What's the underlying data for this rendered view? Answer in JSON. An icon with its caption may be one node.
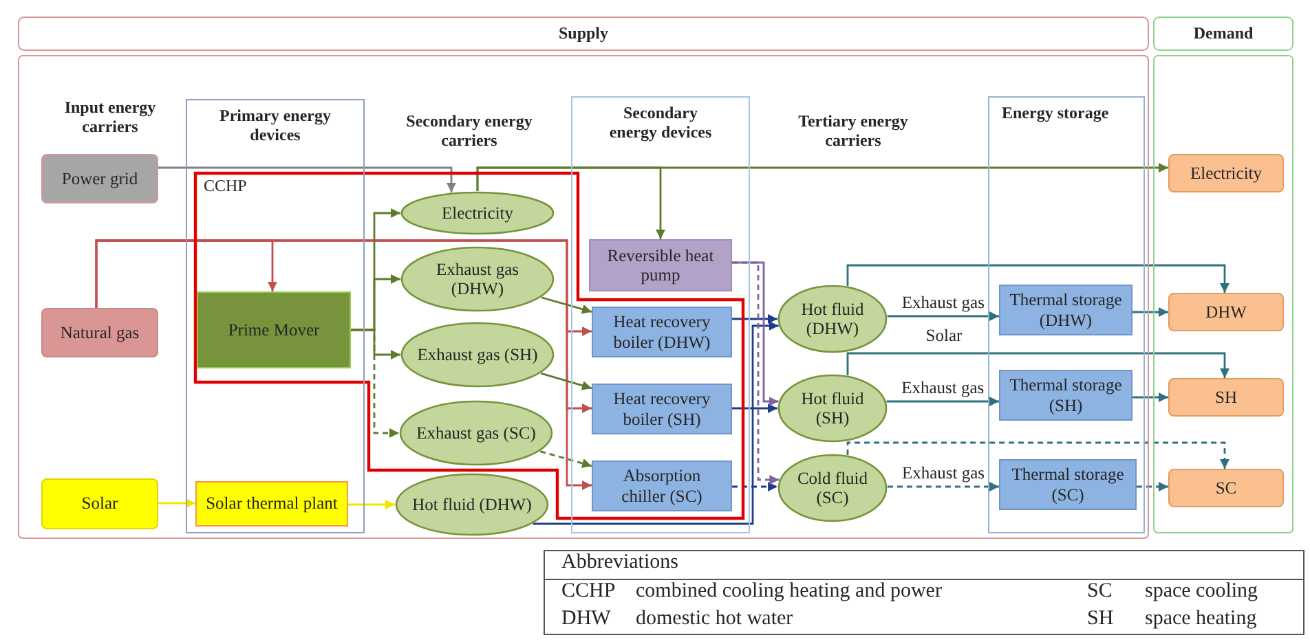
{
  "diagram": {
    "nodes": [
      {
        "text": [
          "Supply"
        ]
      },
      {
        "text": [
          "Demand"
        ]
      },
      {
        "text": [
          "Primary energy devices"
        ],
        "in": 0
      },
      {
        "text": [
          "Secondary energy devices"
        ],
        "in": 0
      },
      {
        "text": [
          "Energy storage"
        ],
        "in": 0
      },
      {
        "text": [
          "Power grid"
        ],
        "in": 0
      },
      {
        "text": [
          "Natural gas"
        ],
        "in": 0
      },
      {
        "text": [
          "Solar"
        ],
        "in": 0
      },
      {
        "text": [
          "Prime Mover"
        ],
        "in": 2
      },
      {
        "text": [
          "Solar thermal plant"
        ],
        "in": 2
      },
      {
        "text": [
          "Electricity"
        ],
        "in": 0
      },
      {
        "text": [
          "Exhaust gas (DHW)"
        ],
        "in": 0
      },
      {
        "text": [
          "Exhaust gas (SH)"
        ],
        "in": 0
      },
      {
        "text": [
          "Exhaust gas (SC)"
        ],
        "in": 0
      },
      {
        "text": [
          "Hot fluid (DHW)"
        ],
        "in": 0
      },
      {
        "text": [
          "Reversible heat pump"
        ],
        "in": 3
      },
      {
        "text": [
          "Heat recovery boiler (DHW)"
        ],
        "in": 3
      },
      {
        "text": [
          "Heat recovery boiler (SH)"
        ],
        "in": 3
      },
      {
        "text": [
          "Absorption chiller (SC)"
        ],
        "in": 3
      },
      {
        "text": [
          "Hot fluid (DHW)"
        ],
        "in": 0
      },
      {
        "text": [
          "Hot fluid (SH)"
        ],
        "in": 0
      },
      {
        "text": [
          "Cold fluid (SC)"
        ],
        "in": 0
      },
      {
        "text": [
          "Thermal storage (DHW)"
        ],
        "in": 4
      },
      {
        "text": [
          "Thermal storage (SH)"
        ],
        "in": 4
      },
      {
        "text": [
          "Thermal storage (SC)"
        ],
        "in": 4
      },
      {
        "text": [
          "Electricity"
        ],
        "in": 1
      },
      {
        "text": [
          "DHW"
        ],
        "in": 1
      },
      {
        "text": [
          "SH"
        ],
        "in": 1
      },
      {
        "text": [
          "SC"
        ],
        "in": 1
      }
    ],
    "edges": [
      {
        "from": 5,
        "to": 10,
        "arrow": "to",
        "color": "#808080"
      },
      {
        "from": 10,
        "to": 25,
        "arrow": "to",
        "color": "#5e7a2e"
      },
      {
        "from": 10,
        "to": 15,
        "arrow": "to",
        "color": "#5e7a2e"
      },
      {
        "from": 6,
        "to": 8,
        "arrow": "to",
        "color": "#c0504d"
      },
      {
        "from": 6,
        "to": 16,
        "arrow": "to",
        "color": "#c0504d"
      },
      {
        "from": 6,
        "to": 17,
        "arrow": "to",
        "color": "#c0504d"
      },
      {
        "from": 6,
        "to": 18,
        "arrow": "to",
        "color": "#c0504d"
      },
      {
        "from": 8,
        "to": 10,
        "arrow": "to",
        "color": "#5e7a2e"
      },
      {
        "from": 8,
        "to": 11,
        "arrow": "to",
        "color": "#5e7a2e"
      },
      {
        "from": 8,
        "to": 12,
        "arrow": "to",
        "color": "#5e7a2e"
      },
      {
        "from": 8,
        "to": 13,
        "arrow": "to",
        "style": "dashed",
        "color": "#5e7a2e"
      },
      {
        "from": 7,
        "to": 9,
        "arrow": "to",
        "color": "#f2e600"
      },
      {
        "from": 9,
        "to": 14,
        "arrow": "to",
        "color": "#f2e600"
      },
      {
        "from": 11,
        "to": 16,
        "arrow": "to",
        "color": "#5e7a2e"
      },
      {
        "from": 12,
        "to": 17,
        "arrow": "to",
        "color": "#5e7a2e"
      },
      {
        "from": 13,
        "to": 18,
        "arrow": "to",
        "style": "dashed",
        "color": "#5e7a2e"
      },
      {
        "from": 14,
        "to": 19,
        "arrow": "to",
        "color": "#1f3c88"
      },
      {
        "from": 16,
        "to": 19,
        "arrow": "to",
        "color": "#1f3c88"
      },
      {
        "from": 17,
        "to": 20,
        "arrow": "to",
        "color": "#1f3c88"
      },
      {
        "from": 18,
        "to": 21,
        "arrow": "to",
        "style": "dashed",
        "color": "#1f3c88"
      },
      {
        "from": 15,
        "to": 20,
        "arrow": "to",
        "color": "#8064a2"
      },
      {
        "from": 15,
        "to": 21,
        "arrow": "to",
        "style": "dashed",
        "color": "#8064a2"
      },
      {
        "from": 19,
        "to": 22,
        "arrow": "to",
        "label": "Exhaust gas"
      },
      {
        "from": 19,
        "to": 26,
        "arrow": "to"
      },
      {
        "from": 20,
        "to": 23,
        "arrow": "to",
        "label": "Exhaust gas"
      },
      {
        "from": 20,
        "to": 27,
        "arrow": "to"
      },
      {
        "from": 21,
        "to": 24,
        "arrow": "to",
        "label": "Exhaust gas",
        "style": "dashed"
      },
      {
        "from": 21,
        "to": 28,
        "arrow": "to",
        "style": "dashed"
      },
      {
        "from": 22,
        "to": 26,
        "arrow": "to"
      },
      {
        "from": 23,
        "to": 27,
        "arrow": "to"
      },
      {
        "from": 24,
        "to": 28,
        "arrow": "to",
        "style": "dashed"
      }
    ],
    "labels": [
      "Input energy carriers",
      "Secondary energy carriers",
      "Tertiary energy carriers",
      "CCHP",
      "Solar",
      "Abbreviations",
      "CCHP",
      "combined cooling heating and power",
      "SC",
      "space cooling",
      "DHW",
      "domestic hot water",
      "SH",
      "space heating"
    ]
  }
}
